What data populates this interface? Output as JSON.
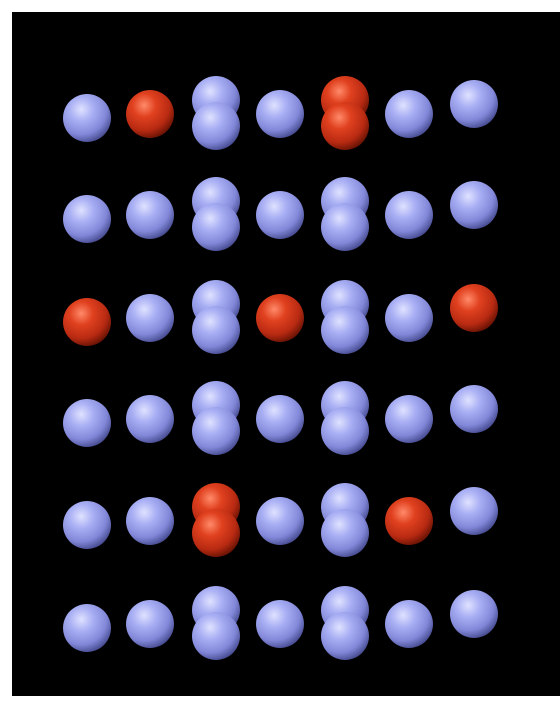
{
  "scene": {
    "background": "#000000",
    "atom_colors": {
      "blue": "#9aa0ee",
      "red": "#d0321c"
    },
    "layers": [
      {
        "name": "row-1",
        "atoms": [
          {
            "element": "blue",
            "stacked": false
          },
          {
            "element": "red",
            "stacked": false
          },
          {
            "element": "blue",
            "stacked": true,
            "top": "blue"
          },
          {
            "element": "blue",
            "stacked": false
          },
          {
            "element": "red",
            "stacked": true,
            "top": "red"
          },
          {
            "element": "blue",
            "stacked": false
          },
          {
            "element": "blue",
            "stacked": false
          }
        ]
      },
      {
        "name": "row-2",
        "atoms": [
          {
            "element": "blue",
            "stacked": false
          },
          {
            "element": "blue",
            "stacked": false
          },
          {
            "element": "blue",
            "stacked": true,
            "top": "blue"
          },
          {
            "element": "blue",
            "stacked": false
          },
          {
            "element": "blue",
            "stacked": true,
            "top": "blue"
          },
          {
            "element": "blue",
            "stacked": false
          },
          {
            "element": "blue",
            "stacked": false
          }
        ]
      },
      {
        "name": "row-3",
        "atoms": [
          {
            "element": "red",
            "stacked": false
          },
          {
            "element": "blue",
            "stacked": false
          },
          {
            "element": "blue",
            "stacked": true,
            "top": "blue"
          },
          {
            "element": "red",
            "stacked": false
          },
          {
            "element": "blue",
            "stacked": true,
            "top": "blue"
          },
          {
            "element": "blue",
            "stacked": false
          },
          {
            "element": "red",
            "stacked": false
          }
        ]
      },
      {
        "name": "row-4",
        "atoms": [
          {
            "element": "blue",
            "stacked": false
          },
          {
            "element": "blue",
            "stacked": false
          },
          {
            "element": "blue",
            "stacked": true,
            "top": "blue"
          },
          {
            "element": "blue",
            "stacked": false
          },
          {
            "element": "blue",
            "stacked": true,
            "top": "blue"
          },
          {
            "element": "blue",
            "stacked": false
          },
          {
            "element": "blue",
            "stacked": false
          }
        ]
      },
      {
        "name": "row-5",
        "atoms": [
          {
            "element": "blue",
            "stacked": false
          },
          {
            "element": "blue",
            "stacked": false
          },
          {
            "element": "red",
            "stacked": true,
            "top": "red"
          },
          {
            "element": "blue",
            "stacked": false
          },
          {
            "element": "blue",
            "stacked": true,
            "top": "blue"
          },
          {
            "element": "red",
            "stacked": false
          },
          {
            "element": "blue",
            "stacked": false
          }
        ]
      },
      {
        "name": "row-6",
        "atoms": [
          {
            "element": "blue",
            "stacked": false
          },
          {
            "element": "blue",
            "stacked": false
          },
          {
            "element": "blue",
            "stacked": true,
            "top": "blue"
          },
          {
            "element": "blue",
            "stacked": false
          },
          {
            "element": "blue",
            "stacked": true,
            "top": "blue"
          },
          {
            "element": "blue",
            "stacked": false
          },
          {
            "element": "blue",
            "stacked": false
          }
        ]
      }
    ]
  }
}
